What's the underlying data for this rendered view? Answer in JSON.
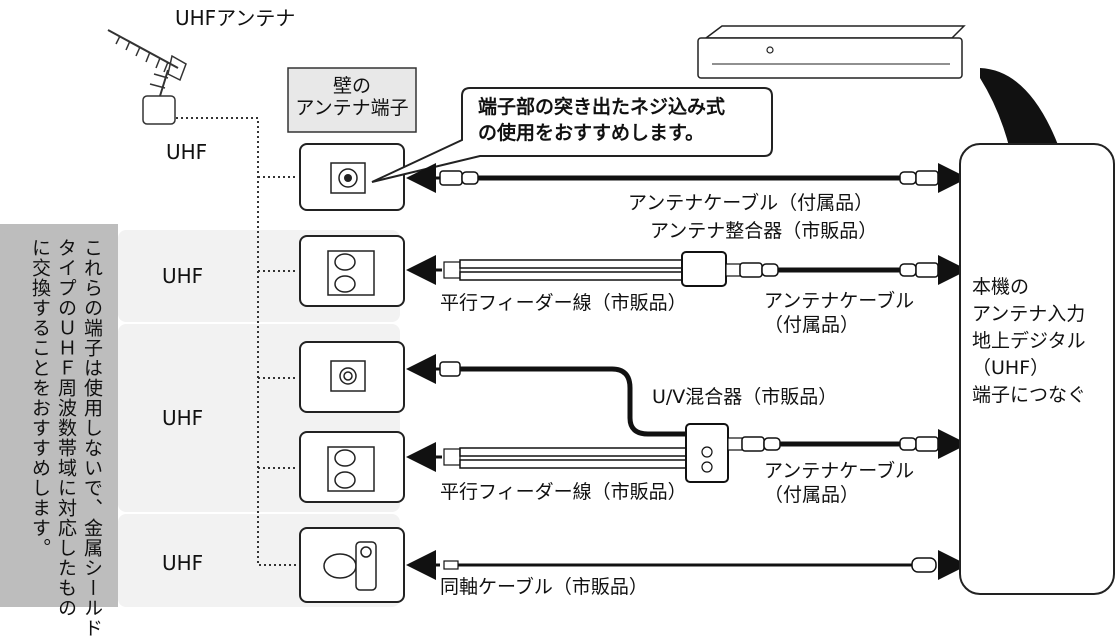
{
  "antenna": {
    "title": "UHFアンテナ",
    "box_label": "UHF"
  },
  "wall_terminal": {
    "line1": "壁の",
    "line2": "アンテナ端子"
  },
  "callout": {
    "line1": "端子部の突き出たネジ込み式",
    "line2": "の使用をおすすめします。"
  },
  "side_note": {
    "col1": "これらの端子は使用しないで、金属シールド",
    "col2": "タイプのＵＨＦ周波数帯域に対応したもの",
    "col3": "に交換することをおすすめします。"
  },
  "row_labels": [
    "UHF",
    "UHF",
    "UHF"
  ],
  "labels": {
    "cable_accessory": "アンテナケーブル（付属品）",
    "matcher": "アンテナ整合器（市販品）",
    "feeder1": "平行フィーダー線（市販品）",
    "cable2_line1": "アンテナケーブル",
    "cable2_line2": "（付属品）",
    "mixer": "U/V混合器（市販品）",
    "feeder2": "平行フィーダー線（市販品）",
    "cable3_line1": "アンテナケーブル",
    "cable3_line2": "（付属品）",
    "coax": "同軸ケーブル（市販品）"
  },
  "device": {
    "line1": "本機の",
    "line2": "アンテナ入力",
    "line3": "地上デジタル",
    "line4": "（UHF）",
    "line5": "端子につなぐ"
  }
}
